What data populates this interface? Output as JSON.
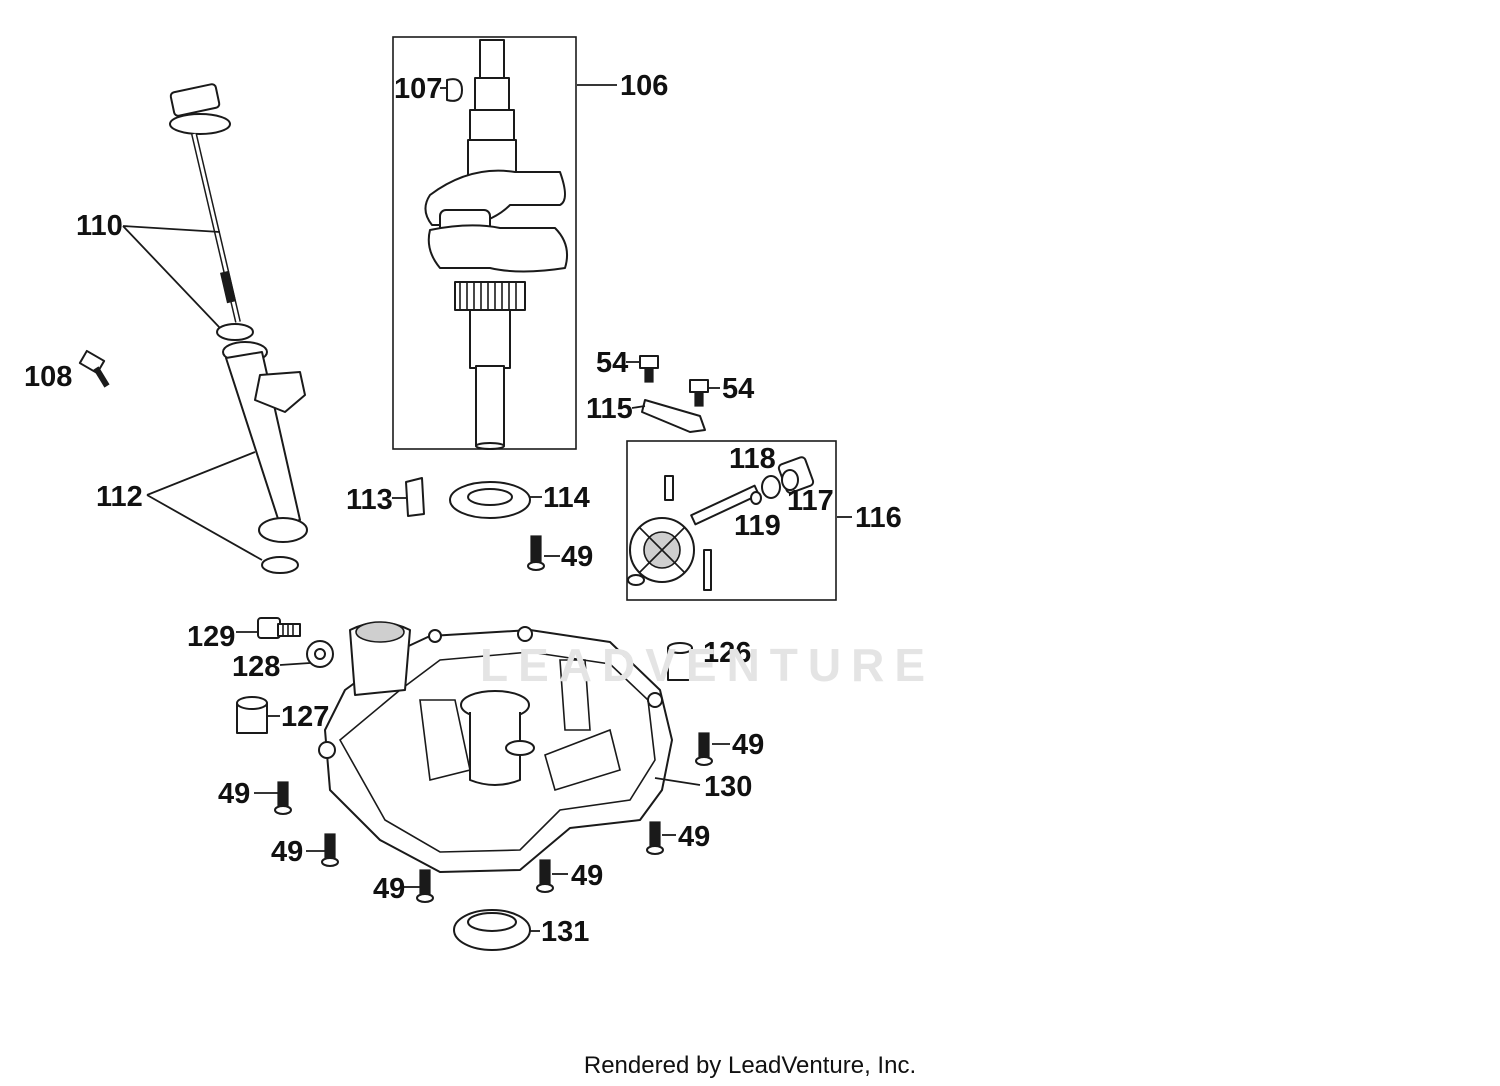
{
  "callouts": {
    "c106": "106",
    "c107": "107",
    "c110": "110",
    "c108": "108",
    "c112": "112",
    "c113": "113",
    "c114": "114",
    "c49a": "49",
    "c54a": "54",
    "c54b": "54",
    "c115": "115",
    "c118": "118",
    "c117": "117",
    "c119": "119",
    "c116": "116",
    "c129": "129",
    "c128": "128",
    "c127": "127",
    "c126": "126",
    "c49b": "49",
    "c130": "130",
    "c49c": "49",
    "c49d": "49",
    "c49e": "49",
    "c49f": "49",
    "c49g": "49",
    "c131": "131"
  },
  "watermark": "LEADVENTURE",
  "footer": "Rendered by LeadVenture, Inc."
}
